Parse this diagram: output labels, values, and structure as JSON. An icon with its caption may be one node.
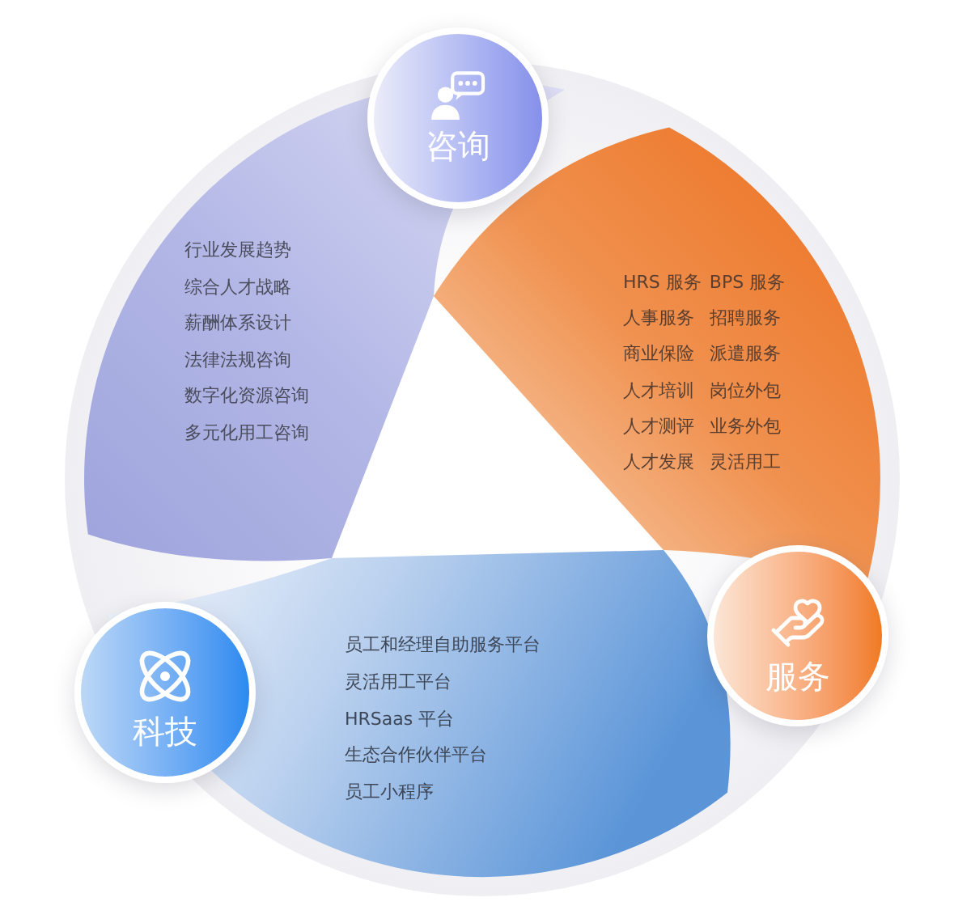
{
  "diagram": {
    "nodes": [
      {
        "text": [
          "咨询"
        ]
      },
      {
        "text": [
          "行业发展趋势",
          "综合人才战略",
          "薪酬体系设计",
          "法律法规咨询",
          "数字化资源咨询",
          "多元化用工咨询"
        ]
      },
      {
        "text": [
          "HRS 服务",
          "BPS 服务",
          "人事服务",
          "招聘服务",
          "商业保险",
          "派遣服务",
          "人才培训",
          "岗位外包",
          "人才测评",
          "业务外包",
          "人才发展",
          "灵活用工"
        ]
      },
      {
        "text": [
          "服务"
        ]
      },
      {
        "text": [
          "科技"
        ]
      },
      {
        "text": [
          "员工和经理自助服务平台",
          "灵活用工平台",
          "HRSaas 平台",
          "生态合作伙伴平台",
          "员工小程序"
        ]
      }
    ]
  }
}
